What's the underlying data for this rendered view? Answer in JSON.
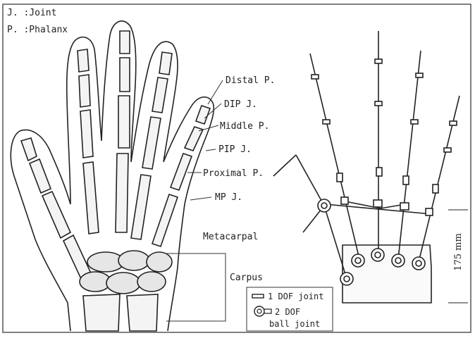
{
  "legend_corner": {
    "joint": "J. :Joint",
    "phalanx": "P. :Phalanx"
  },
  "anatomy_labels": {
    "distal": "Distal P.",
    "dip": "DIP J.",
    "middle": "Middle P.",
    "pip": "PIP J.",
    "proximal": "Proximal P.",
    "mp": "MP J.",
    "metacarpal": "Metacarpal",
    "carpus": "Carpus"
  },
  "robot": {
    "dimension": "175 mm"
  },
  "joint_legend": {
    "one_dof": "1 DOF joint",
    "two_dof_line1": "2 DOF",
    "two_dof_line2": "ball joint"
  },
  "colors": {
    "ink": "#222222",
    "bone_fill": "#f4f4f4",
    "background": "#ffffff"
  }
}
